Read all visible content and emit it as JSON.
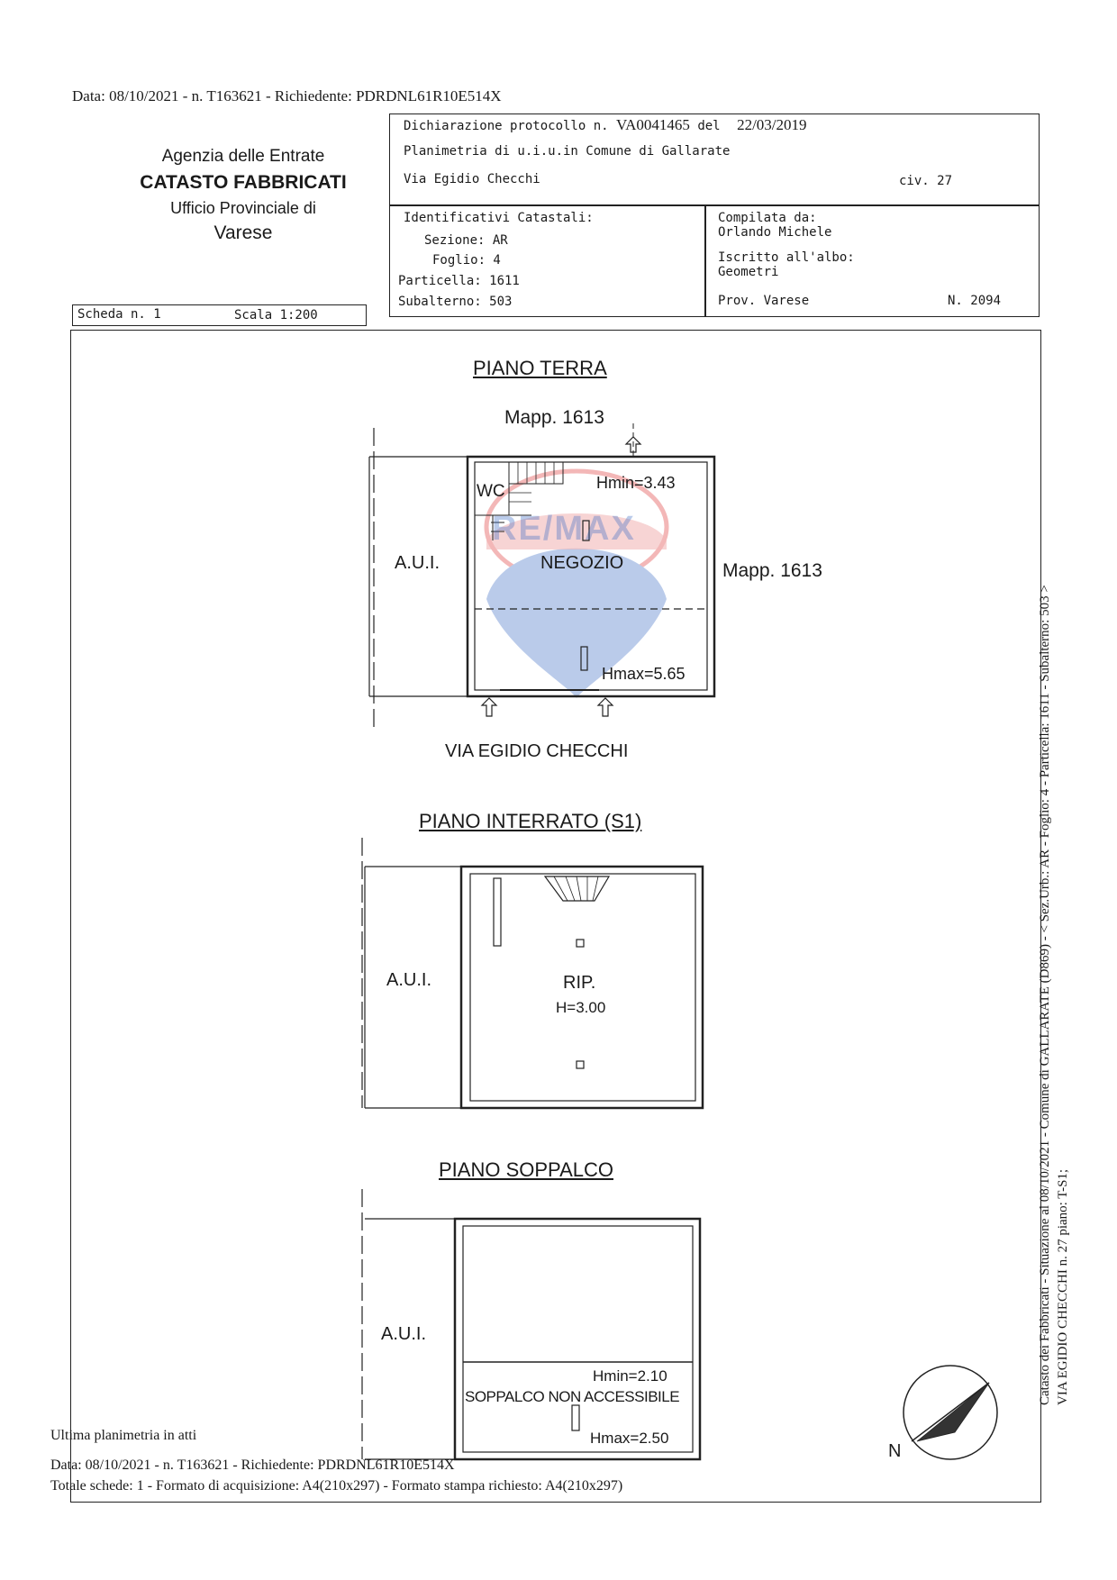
{
  "top_line": "Data: 08/10/2021 - n. T163621 - Richiedente: PDRDNL61R10E514X",
  "agency": {
    "line1": "Agenzia delle Entrate",
    "line2": "CATASTO FABBRICATI",
    "line3": "Ufficio Provinciale di",
    "line4": "Varese"
  },
  "declaration": {
    "protocol_label": "Dichiarazione protocollo n.",
    "protocol_number": "VA0041465",
    "date_label": "del",
    "date": "22/03/2019",
    "planimetry": "Planimetria di u.i.u.in Comune di Gallarate",
    "street": "Via Egidio Checchi",
    "civ": "civ. 27"
  },
  "identifiers": {
    "title": "Identificativi Catastali:",
    "sezione": "Sezione: AR",
    "foglio": "Foglio: 4",
    "particella": "Particella: 1611",
    "subalterno": "Subalterno: 503"
  },
  "compiler": {
    "compiled_by": "Compilata da:",
    "name": "Orlando Michele",
    "registered": "Iscritto all'albo:",
    "profession": "Geometri",
    "province": "Prov. Varese",
    "number": "N. 2094"
  },
  "scheda": {
    "sheet": "Scheda n. 1",
    "scale": "Scala 1:200"
  },
  "piano_terra": {
    "title": "PIANO TERRA",
    "mapp_top": "Mapp. 1613",
    "mapp_right": "Mapp. 1613",
    "aui": "A.U.I.",
    "wc": "WC",
    "room": "NEGOZIO",
    "hmin": "Hmin=3.43",
    "hmax": "Hmax=5.65",
    "street": "VIA EGIDIO CHECCHI",
    "watermark": "RE/MAX"
  },
  "piano_interrato": {
    "title": "PIANO INTERRATO (S1)",
    "aui": "A.U.I.",
    "room": "RIP.",
    "height": "H=3.00"
  },
  "piano_soppalco": {
    "title": "PIANO SOPPALCO",
    "aui": "A.U.I.",
    "hmin": "Hmin=2.10",
    "note": "SOPPALCO NON ACCESSIBILE",
    "hmax": "Hmax=2.50"
  },
  "compass": {
    "label": "N"
  },
  "footer": {
    "last": "Ultima planimetria in atti",
    "data": "Data: 08/10/2021 - n. T163621 - Richiedente: PDRDNL61R10E514X",
    "totals": "Totale schede: 1 - Formato di acquisizione: A4(210x297) - Formato stampa richiesto: A4(210x297)"
  },
  "side_text": {
    "line1": "Catasto dei Fabbricati - Situazione al 08/10/2021 - Comune di GALLARATE (D869) - < Sez.Urb.: AR - Foglio: 4 - Particella: 1611 - Subalterno: 503 >",
    "line2": "VIA EGIDIO CHECCHI n. 27 piano: T-S1;"
  }
}
